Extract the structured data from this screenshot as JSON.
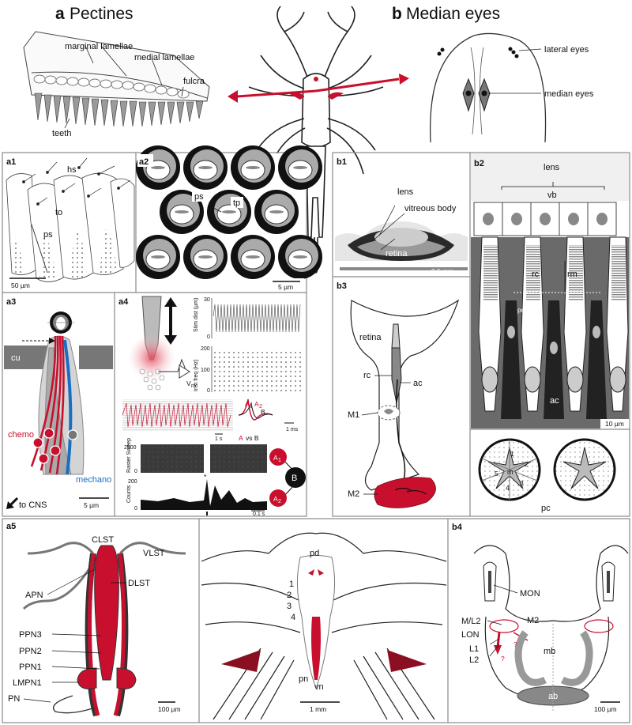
{
  "colors": {
    "red": "#c8102e",
    "blue": "#1a6fc4",
    "panel_border": "#8a8a8a",
    "grey": "#bdbdbd",
    "dark": "#2a2a2a"
  },
  "top": {
    "a_letter": "a",
    "a_title": "Pectines",
    "b_letter": "b",
    "b_title": "Median eyes",
    "pectine_labels": {
      "marginal": "marginal lamellae",
      "medial": "medial lamellae",
      "fulcra": "fulcra",
      "teeth": "teeth"
    },
    "eye_labels": {
      "lateral": "lateral eyes",
      "median": "median eyes"
    }
  },
  "a1": {
    "tag": "a1",
    "hs": "hs",
    "to": "to",
    "ps": "ps",
    "scale": "50 µm"
  },
  "a2": {
    "tag": "a2",
    "ps": "ps",
    "tp": "tp",
    "scale": "5 µm"
  },
  "a3": {
    "tag": "a3",
    "cu": "cu",
    "chemo": "chemo",
    "mechano": "mechano",
    "to_cns": "to CNS",
    "scale": "5 µm"
  },
  "a4": {
    "tag": "a4",
    "stim_axis": "Stim dist (µm)",
    "stim_ticks": [
      "30",
      "0"
    ],
    "freq_axis": "Inst freq (Hz)",
    "freq_ticks": [
      "200",
      "100",
      "0"
    ],
    "vm": "V",
    "vm_sub": "m",
    "a1": "A",
    "a1_sub": "1",
    "a2": "A",
    "a2_sub": "2",
    "b": "B",
    "ms": "1 ms",
    "one_s": "1 s",
    "a_vs_b_a": "A",
    "a_vs_b_rest": "vs B",
    "raster_axis": "Raster Sweep",
    "raster_ticks": [
      "2500",
      "0"
    ],
    "counts_axis": "Counts",
    "counts_ticks": [
      "200",
      "0"
    ],
    "bin": "0.1 s",
    "star": "*"
  },
  "a5": {
    "tag": "a5",
    "clst": "CLST",
    "vlst": "VLST",
    "apn": "APN",
    "dlst": "DLST",
    "ppn3": "PPN3",
    "ppn2": "PPN2",
    "ppn1": "PPN1",
    "lmpn1": "LMPN1",
    "pn": "PN",
    "scale": "100 µm"
  },
  "mid": {
    "pd": "pd",
    "n1": "1",
    "n2": "2",
    "n3": "3",
    "n4": "4",
    "pn": "pn",
    "vn": "vn",
    "scale": "1 mm"
  },
  "b1": {
    "tag": "b1",
    "lens": "lens",
    "vitreous": "vitreous body",
    "retina": "retina",
    "scale": "0.5 mm"
  },
  "b2": {
    "tag": "b2",
    "lens": "lens",
    "vb": "vb",
    "rc": "rc",
    "rm": "rm",
    "pc": "pc",
    "ac": "ac",
    "scale": "10 µm",
    "cs": [
      "1",
      "2",
      "3",
      "4",
      "5"
    ],
    "rh": "rh",
    "pc2": "pc"
  },
  "b3": {
    "tag": "b3",
    "retina": "retina",
    "rc": "rc",
    "ac": "ac",
    "m1": "M1",
    "m2": "M2"
  },
  "b4": {
    "tag": "b4",
    "mon": "MON",
    "ml2": "M/L2",
    "m2": "M2",
    "lon": "LON",
    "l1": "L1",
    "l2": "L2",
    "mb": "mb",
    "ab": "ab",
    "q": "?",
    "scale": "100 µm"
  }
}
